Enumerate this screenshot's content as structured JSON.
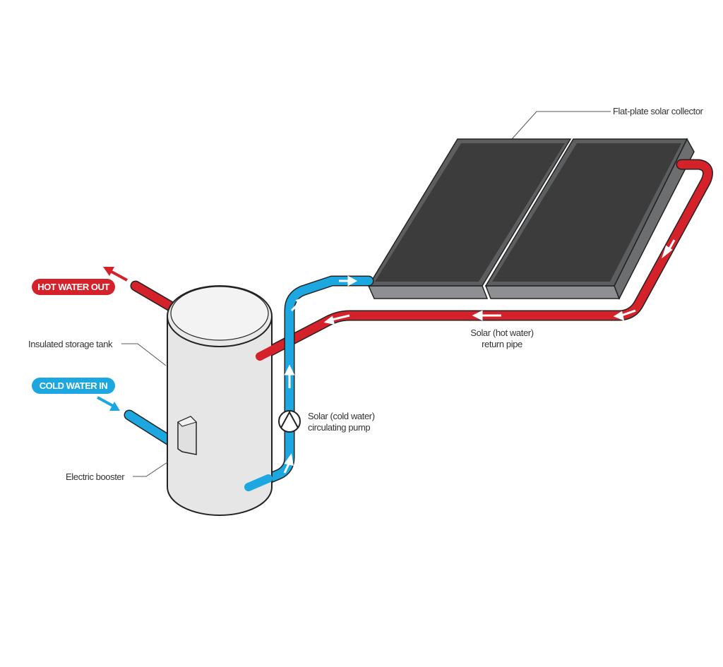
{
  "labels": {
    "hot_water_out": "HOT WATER OUT",
    "cold_water_in": "COLD WATER IN",
    "tank": "Insulated storage tank",
    "booster": "Electric booster",
    "pump_line1": "Solar (cold water)",
    "pump_line2": "circulating pump",
    "return_line1": "Solar (hot water)",
    "return_line2": "return pipe",
    "collector": "Flat-plate solar collector"
  },
  "colors": {
    "hot": "#d4212a",
    "cold": "#1ca7e0",
    "panel": "#3c3c3d",
    "tank": "#e6e6e6"
  }
}
